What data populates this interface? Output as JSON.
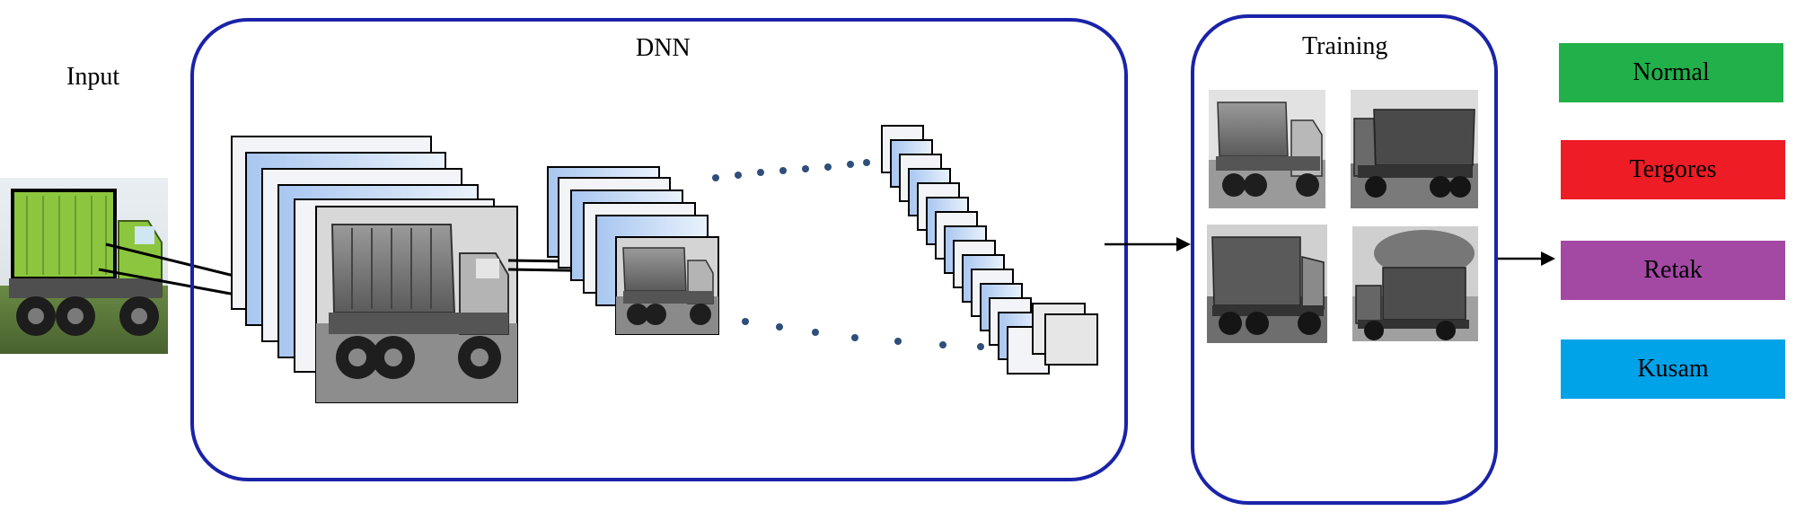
{
  "labels": {
    "input": "Input",
    "dnn": "DNN",
    "training": "Training"
  },
  "classes": [
    {
      "label": "Normal",
      "color": "#21b04a"
    },
    {
      "label": "Tergores",
      "color": "#ee1c25"
    },
    {
      "label": "Retak",
      "color": "#a349a4"
    },
    {
      "label": "Kusam",
      "color": "#00a2e8"
    }
  ],
  "colors": {
    "frame": "#1a23a8",
    "layer_fill": "#cfe0f7",
    "layer_edge": "#8fb2e6",
    "dot": "#2e4f7a",
    "truck_green": "#8cc63f"
  }
}
